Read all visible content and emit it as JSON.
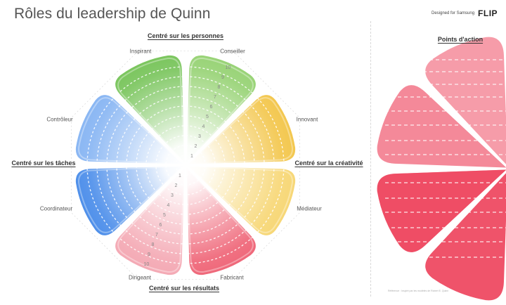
{
  "header": {
    "title": "Rôles du leadership de Quinn",
    "brand_small": "Designed for Samsung",
    "brand_logo": "FLIP"
  },
  "axes": {
    "top": "Centré sur les personnes",
    "left": "Centré sur les tâches",
    "right": "Centré sur la créativité",
    "bottom": "Centré sur les résultats"
  },
  "roles": [
    {
      "label": "Inspirant",
      "color": "#6fc04f"
    },
    {
      "label": "Conseiller",
      "color": "#8fcf6a"
    },
    {
      "label": "Innovant",
      "color": "#f2c23f"
    },
    {
      "label": "Médiateur",
      "color": "#f6d46a"
    },
    {
      "label": "Fabricant",
      "color": "#ee5a6e"
    },
    {
      "label": "Dirigeant",
      "color": "#f3a2ae"
    },
    {
      "label": "Coordinateur",
      "color": "#3f86e8"
    },
    {
      "label": "Contrôleur",
      "color": "#7fb0f2"
    }
  ],
  "scale": {
    "upper": [
      "1",
      "2",
      "3",
      "4",
      "5",
      "6",
      "7",
      "8",
      "9",
      "10"
    ],
    "lower": [
      "1",
      "2",
      "3",
      "4",
      "5",
      "6",
      "7",
      "8",
      "9",
      "10"
    ]
  },
  "actions": {
    "title": "Points d'action",
    "color": "#ee4a62"
  },
  "reference_note": "Référence : Inspiré par les modèles de Robert E. Quinn"
}
